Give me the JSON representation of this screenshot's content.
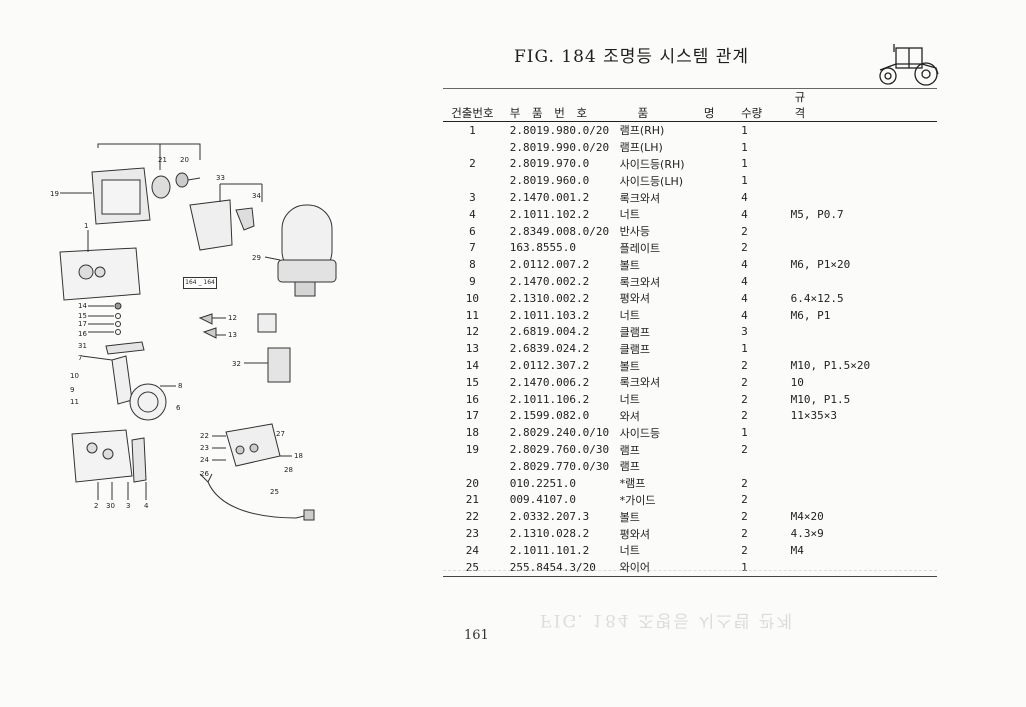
{
  "figure": {
    "title": "FIG. 184 조명등 시스템 관계"
  },
  "table": {
    "headers": [
      "건출번호",
      "부 품 번 호",
      "품 명",
      "수량",
      "규 격"
    ],
    "rows": [
      [
        "1",
        "2.8019.980.0/20",
        "램프(RH)",
        "1",
        ""
      ],
      [
        "",
        "2.8019.990.0/20",
        "램프(LH)",
        "1",
        ""
      ],
      [
        "2",
        "2.8019.970.0",
        "사이드등(RH)",
        "1",
        ""
      ],
      [
        "",
        "2.8019.960.0",
        "사이드등(LH)",
        "1",
        ""
      ],
      [
        "3",
        "2.1470.001.2",
        "록크와셔",
        "4",
        ""
      ],
      [
        "4",
        "2.1011.102.2",
        "너트",
        "4",
        "M5, P0.7"
      ],
      [
        "6",
        "2.8349.008.0/20",
        "반사등",
        "2",
        ""
      ],
      [
        "7",
        "163.8555.0",
        "플레이트",
        "2",
        ""
      ],
      [
        "8",
        "2.0112.007.2",
        "볼트",
        "4",
        "M6, P1×20"
      ],
      [
        "9",
        "2.1470.002.2",
        "록크와셔",
        "4",
        ""
      ],
      [
        "10",
        "2.1310.002.2",
        "평와셔",
        "4",
        "6.4×12.5"
      ],
      [
        "11",
        "2.1011.103.2",
        "너트",
        "4",
        "M6, P1"
      ],
      [
        "12",
        "2.6819.004.2",
        "클램프",
        "3",
        ""
      ],
      [
        "13",
        "2.6839.024.2",
        "클램프",
        "1",
        ""
      ],
      [
        "14",
        "2.0112.307.2",
        "볼트",
        "2",
        "M10, P1.5×20"
      ],
      [
        "15",
        "2.1470.006.2",
        "록크와셔",
        "2",
        "10"
      ],
      [
        "16",
        "2.1011.106.2",
        "너트",
        "2",
        "M10, P1.5"
      ],
      [
        "17",
        "2.1599.082.0",
        "와셔",
        "2",
        "11×35×3"
      ],
      [
        "18",
        "2.8029.240.0/10",
        "사이드등",
        "1",
        ""
      ],
      [
        "19",
        "2.8029.760.0/30",
        "램프",
        "2",
        ""
      ],
      [
        "",
        "2.8029.770.0/30",
        "램프",
        "",
        ""
      ],
      [
        "20",
        "010.2251.0",
        "*램프",
        "2",
        ""
      ],
      [
        "21",
        "009.4107.0",
        "*가이드",
        "2",
        ""
      ],
      [
        "22",
        "2.0332.207.3",
        "볼트",
        "2",
        "M4×20"
      ],
      [
        "23",
        "2.1310.028.2",
        "평와셔",
        "2",
        "4.3×9"
      ],
      [
        "24",
        "2.1011.101.2",
        "너트",
        "2",
        "M4"
      ],
      [
        "25",
        "255.8454.3/20",
        "와이어",
        "1",
        ""
      ]
    ]
  },
  "diagram": {
    "ref_label": "164 _ 164",
    "callouts": [
      "21",
      "20",
      "19",
      "33",
      "34",
      "1",
      "29",
      "14",
      "15",
      "17",
      "16",
      "31",
      "7",
      "12",
      "13",
      "32",
      "10",
      "9",
      "11",
      "8",
      "6",
      "22",
      "23",
      "24",
      "26",
      "27",
      "18",
      "28",
      "25",
      "2",
      "30",
      "3",
      "4"
    ]
  },
  "page_number": "161",
  "bleed_text": "FIG. 184 조명등 시스템 관계",
  "colors": {
    "ink": "#222222",
    "paper": "#fbfbf9",
    "ghost": "#d9d9d9"
  }
}
